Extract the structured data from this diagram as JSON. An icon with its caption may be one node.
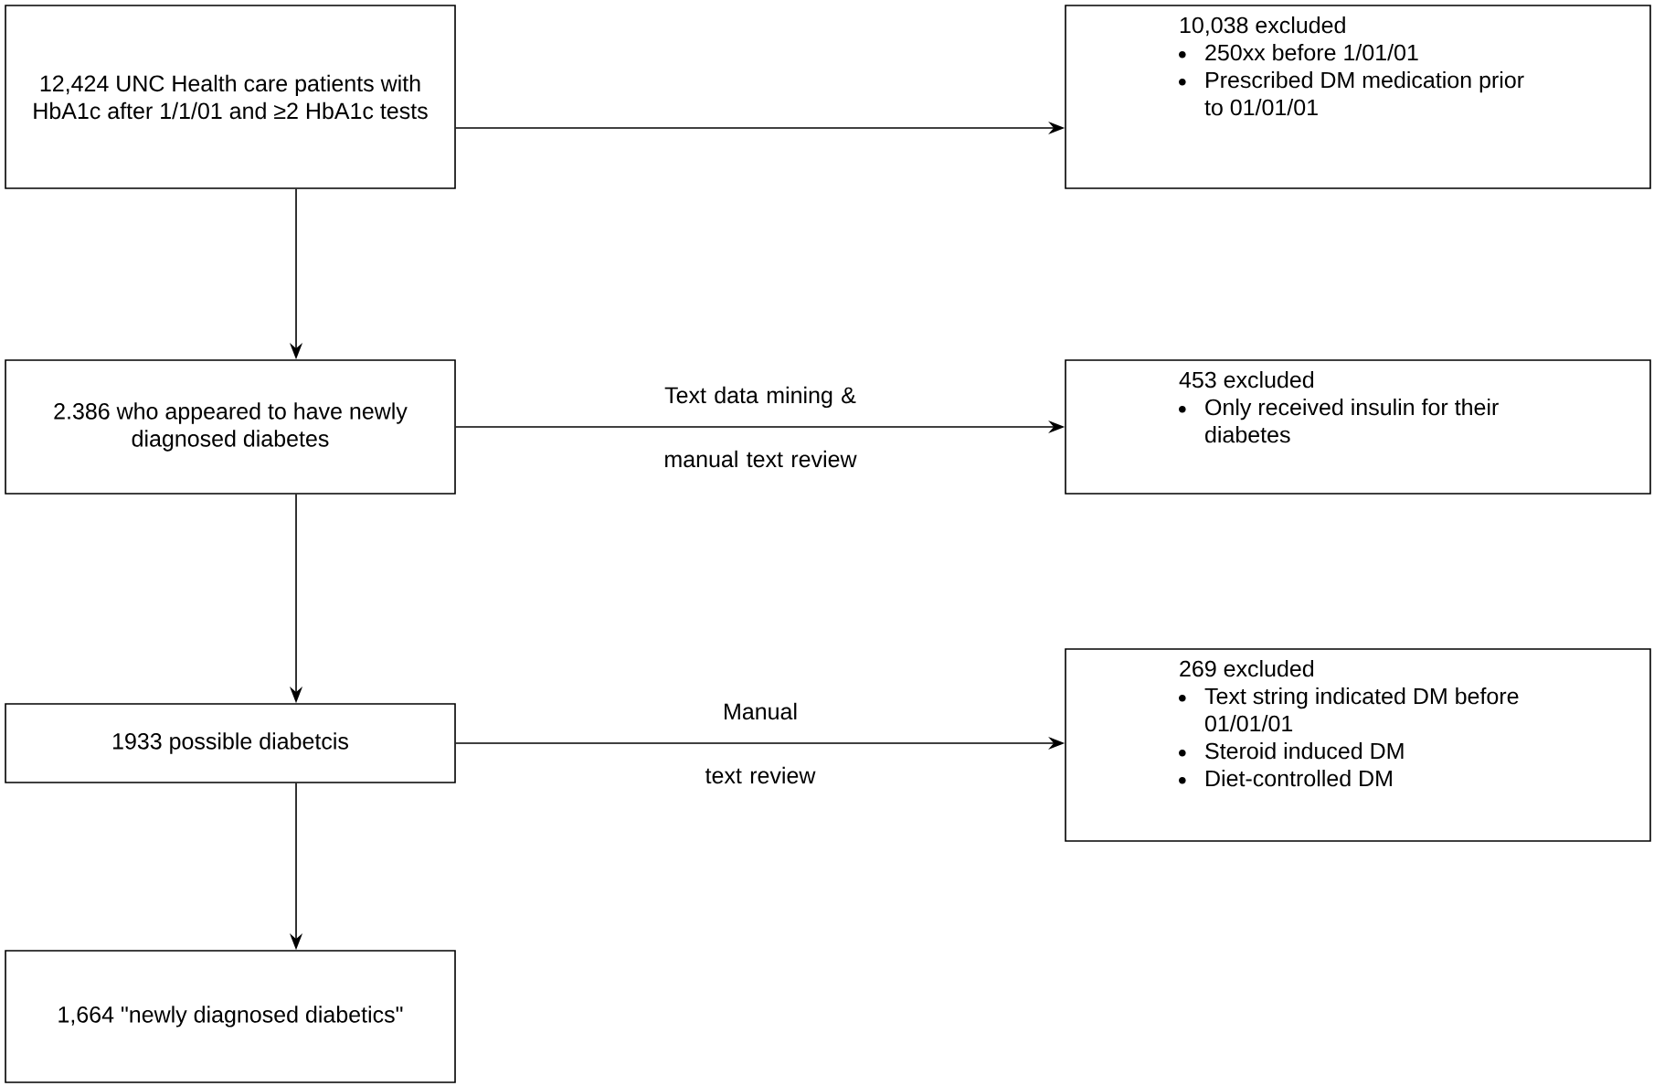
{
  "diagram": {
    "nodes": [
      {
        "text": [
          "12,424 UNC Health care patients with HbA1c after 1/1/01 and ≥2 HbA1c tests"
        ]
      },
      {
        "text": [
          "10,038 excluded",
          "250xx before 1/01/01",
          "Prescribed DM medication prior to 01/01/01"
        ]
      },
      {
        "text": [
          "2.386 who appeared to have newly diagnosed diabetes"
        ]
      },
      {
        "text": [
          "453 excluded",
          "Only received insulin for their diabetes"
        ]
      },
      {
        "text": [
          "1933 possible diabetcis"
        ]
      },
      {
        "text": [
          "269 excluded",
          "Text string indicated DM before 01/01/01",
          "Steroid induced DM",
          "Diet-controlled DM"
        ]
      },
      {
        "text": [
          "1,664 \"newly diagnosed diabetics\""
        ]
      }
    ],
    "edges": [
      {
        "from": 0,
        "to": 1,
        "arrow": "to"
      },
      {
        "from": 0,
        "to": 2,
        "arrow": "to"
      },
      {
        "from": 2,
        "to": 3,
        "arrow": "to",
        "label": "Text data mining & manual text review"
      },
      {
        "from": 2,
        "to": 4,
        "arrow": "to"
      },
      {
        "from": 4,
        "to": 5,
        "arrow": "to",
        "label": "Manual text review"
      },
      {
        "from": 4,
        "to": 6,
        "arrow": "to"
      }
    ]
  }
}
